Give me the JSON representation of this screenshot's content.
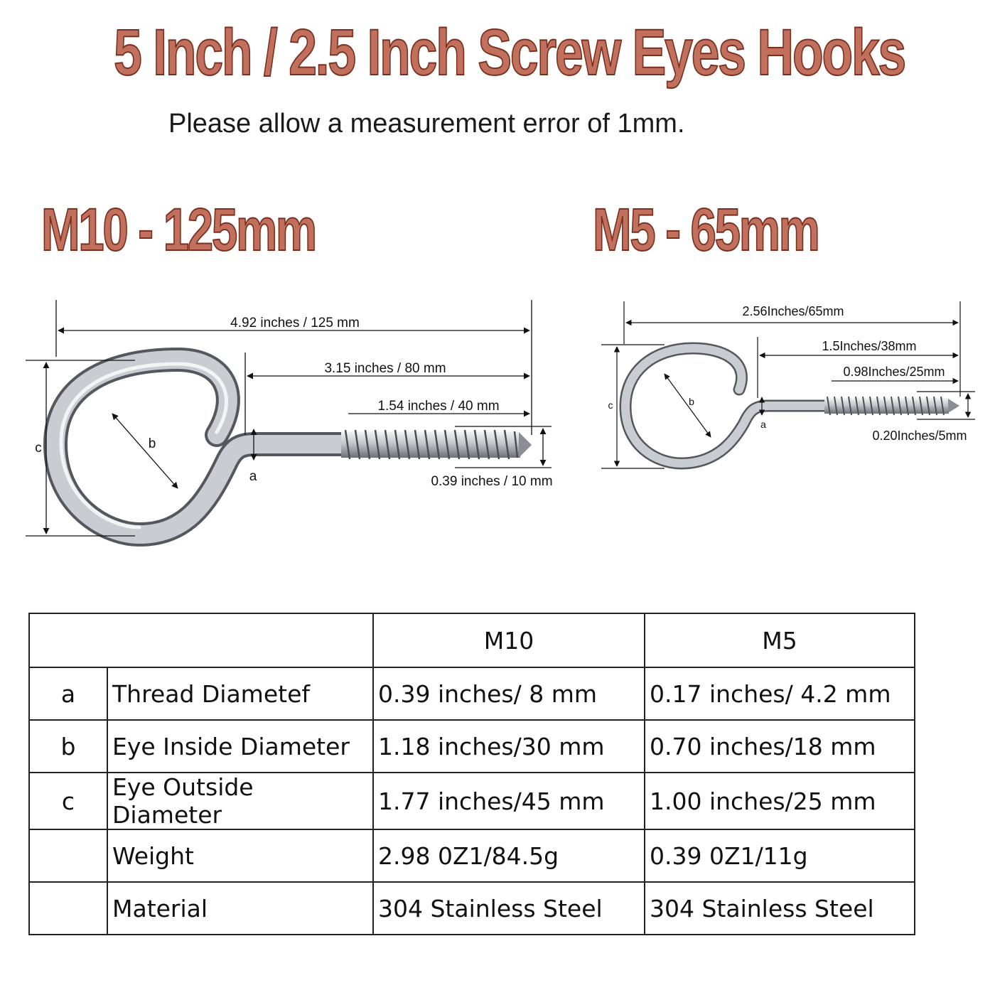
{
  "header": {
    "title": "5 Inch / 2.5 Inch Screw Eyes Hooks",
    "subtitle": "Please allow a measurement error of 1mm."
  },
  "m10": {
    "title": "M10 - 125mm",
    "dims": {
      "total": "4.92 inches / 125  mm",
      "shank": "3.15 inches / 80  mm",
      "thread": "1.54 inches /  40 mm",
      "diameter": "0.39 inches / 10  mm",
      "a": "a",
      "b": "b",
      "c": "c"
    }
  },
  "m5": {
    "title": "M5 - 65mm",
    "dims": {
      "total": "2.56Inches/65mm",
      "shank": "1.5Inches/38mm",
      "thread": "0.98Inches/25mm",
      "diameter": "0.20Inches/5mm",
      "a": "a",
      "b": "b",
      "c": "c"
    }
  },
  "table": {
    "headers": [
      "",
      "M10",
      "M5"
    ],
    "rows": [
      {
        "key": "a",
        "label": "Thread Diametef",
        "m10": "0.39 inches/ 8 mm",
        "m5": "0.17 inches/ 4.2 mm"
      },
      {
        "key": "b",
        "label": "Eye Inside Diameter",
        "m10": "1.18 inches/30 mm",
        "m5": "0.70 inches/18 mm"
      },
      {
        "key": "c",
        "label": "Eye Outside Diameter",
        "m10": "1.77 inches/45 mm",
        "m5": "1.00 inches/25 mm"
      },
      {
        "key": "",
        "label": "Weight",
        "m10": "2.98 0Z1/84.5g",
        "m5": "0.39 0Z1/11g"
      },
      {
        "key": "",
        "label": "Material",
        "m10": "304 Stainless Steel",
        "m5": "304 Stainless Steel"
      }
    ]
  },
  "colors": {
    "banner_fill": "#c0705c",
    "banner_outline": "#7a2f1e",
    "steel": "#c9ccd0"
  }
}
